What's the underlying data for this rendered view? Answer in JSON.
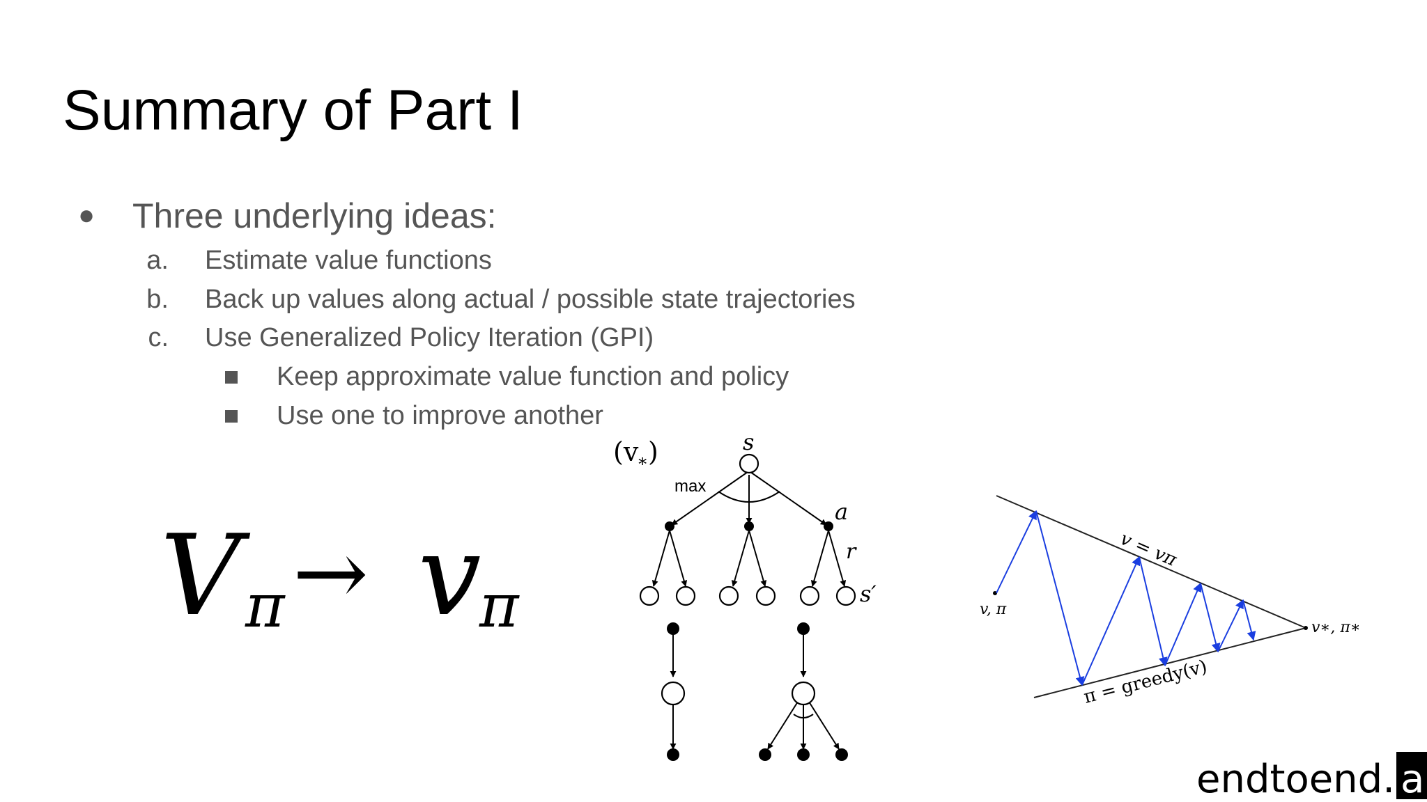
{
  "slide": {
    "title": "Summary of Part I",
    "bullet": "Three underlying ideas:",
    "sub_items": [
      {
        "marker": "a.",
        "text": "Estimate value functions"
      },
      {
        "marker": "b.",
        "text": "Back up values along actual / possible state trajectories"
      },
      {
        "marker": "c.",
        "text": "Use Generalized Policy Iteration (GPI)"
      }
    ],
    "sub_sub_items": [
      "Keep approximate value function and policy",
      "Use one to improve another"
    ]
  },
  "formula": {
    "lhs": "V",
    "lhs_sub": "π",
    "arrow": "→",
    "rhs": "v",
    "rhs_sub": "π"
  },
  "backup_diagram": {
    "value_label": "(v",
    "value_sub": "∗",
    "value_close": ")",
    "state_label": "s",
    "max_label": "max",
    "action_label": "a",
    "reward_label": "r",
    "next_state_label": "s′"
  },
  "gpi_diagram": {
    "start_label": "v, π",
    "end_label": "v∗, π∗",
    "top_line_label": "v = vπ",
    "bottom_line_label": "π = greedy(v)",
    "arrow_color": "#1a3ee0"
  },
  "logo": {
    "text": "endtoend.",
    "box_text": "ai"
  }
}
